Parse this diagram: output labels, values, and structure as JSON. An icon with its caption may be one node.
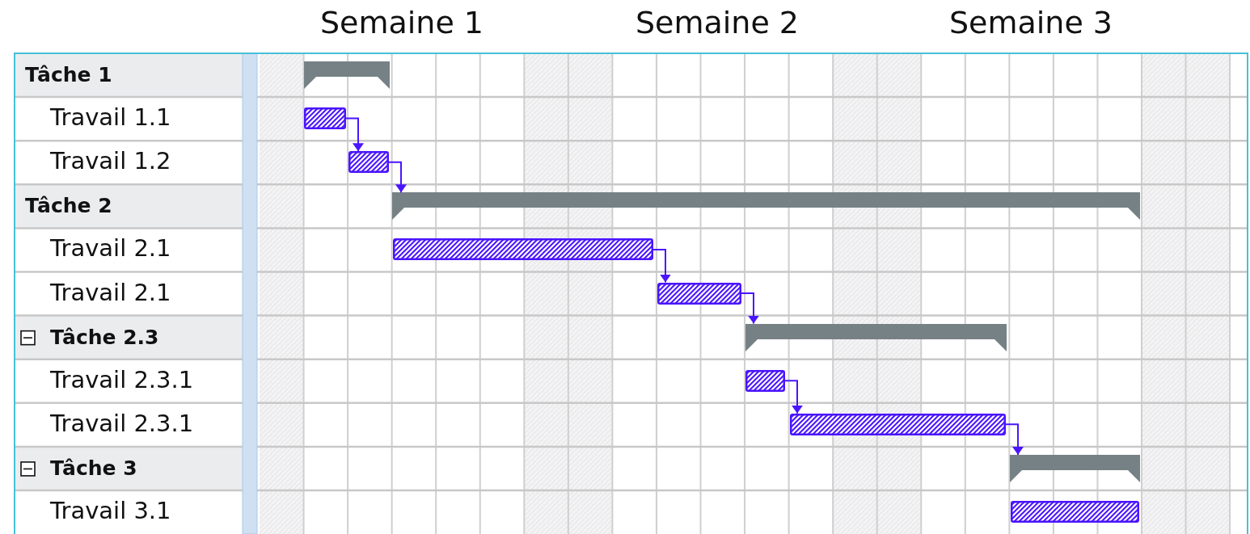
{
  "diagram": {
    "nodes": [
      {
        "text": [],
        "shape": "bar"
      },
      {
        "text": [],
        "shape": "bar"
      },
      {
        "text": [],
        "shape": "bar"
      },
      {
        "text": [],
        "shape": "bar"
      },
      {
        "text": [],
        "shape": "bar"
      },
      {
        "text": [],
        "shape": "bar"
      },
      {
        "text": [],
        "shape": "bar"
      },
      {
        "text": [],
        "shape": "bar"
      },
      {
        "text": [],
        "shape": "bar"
      },
      {
        "text": [],
        "shape": "bar"
      },
      {
        "text": [],
        "shape": "bar"
      }
    ],
    "edges": [
      {
        "from": 1,
        "to": 2,
        "arrow": "to"
      },
      {
        "from": 2,
        "to": 3,
        "arrow": "to"
      },
      {
        "from": 4,
        "to": 5,
        "arrow": "to"
      },
      {
        "from": 5,
        "to": 6,
        "arrow": "to"
      },
      {
        "from": 7,
        "to": 8,
        "arrow": "to"
      },
      {
        "from": 8,
        "to": 9,
        "arrow": "to"
      }
    ],
    "labels": [
      "Semaine 1",
      "Semaine 2",
      "Semaine 3",
      "Tâche 1",
      "Travail 1.1",
      "Travail 1.2",
      "Tâche 2",
      "Travail 2.1",
      "Travail 2.1",
      "Tâche 2.3",
      "Travail 2.3.1",
      "Travail 2.3.1",
      "Tâche 3",
      "Travail 3.1"
    ]
  }
}
